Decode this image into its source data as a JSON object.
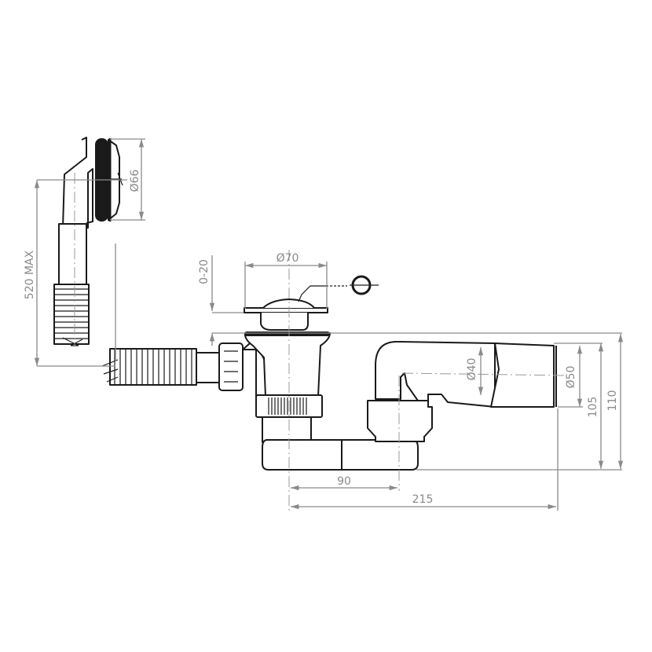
{
  "dimensions": {
    "overflow_diameter": "Ø66",
    "cable_length": "520 MAX",
    "plug_adjust": "0-20",
    "plug_diameter": "Ø70",
    "outlet_inner": "Ø40",
    "outlet_outer": "Ø50",
    "height_outlet": "105",
    "height_total": "110",
    "center_offset": "90",
    "total_length": "215"
  },
  "colors": {
    "line": "#1a1a1a",
    "dimension": "#8a8a8a"
  }
}
